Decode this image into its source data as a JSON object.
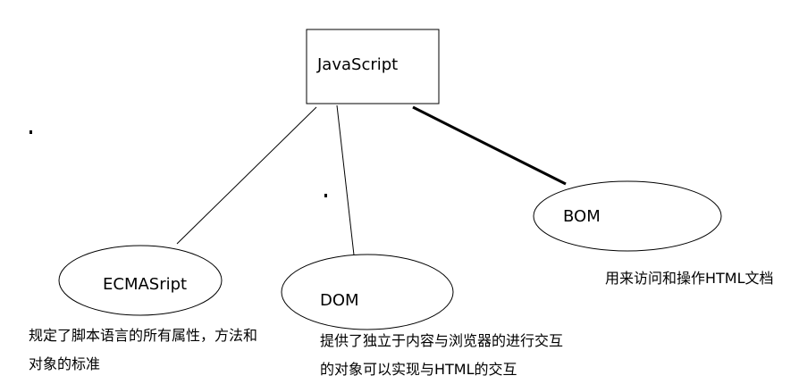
{
  "nodes": {
    "root": {
      "label": "JavaScript"
    },
    "ecmascript": {
      "label": "ECMASript",
      "description_lines": [
        "规定了脚本语言的所有属性，方法和",
        "对象的标准"
      ]
    },
    "dom": {
      "label": "DOM",
      "description_lines": [
        "提供了独立于内容与浏览器的进行交互",
        "的对象可以实现与HTML的交互"
      ]
    },
    "bom": {
      "label": "BOM",
      "description_lines": [
        "用来访问和操作HTML文档"
      ]
    }
  }
}
